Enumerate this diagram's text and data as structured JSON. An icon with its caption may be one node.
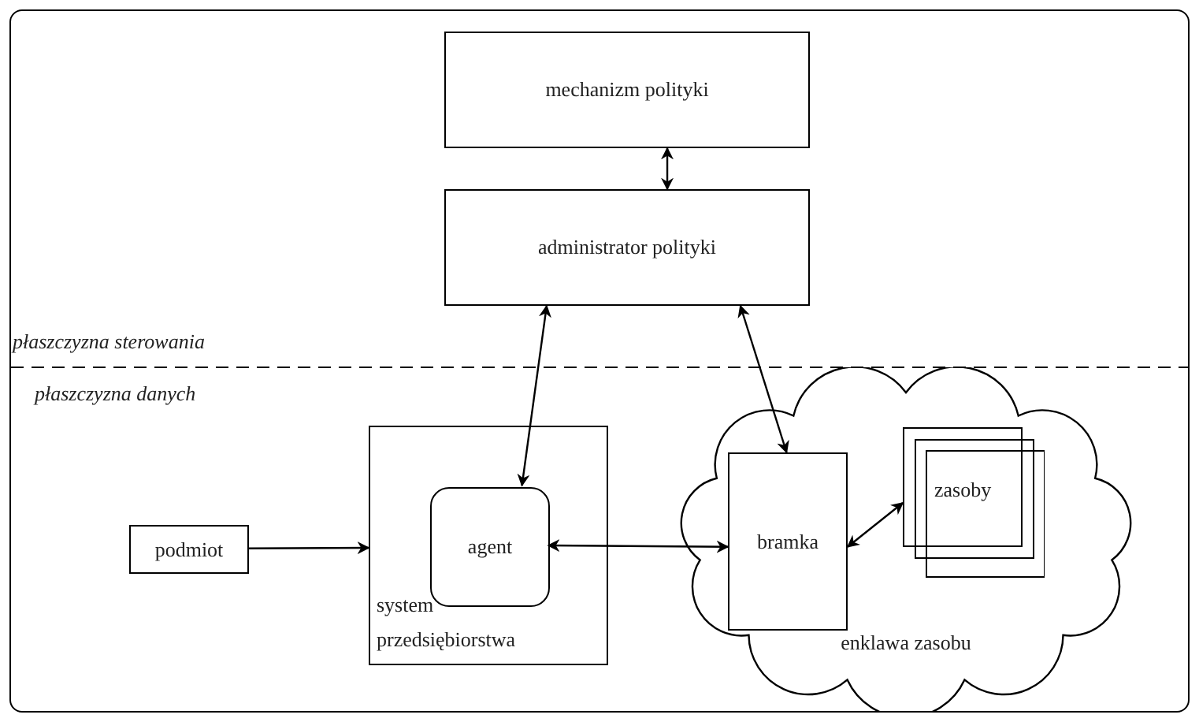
{
  "diagram": {
    "nodes": [
      {
        "text": [
          "mechanizm polityki"
        ]
      },
      {
        "text": [
          "administrator polityki"
        ]
      },
      {
        "text": [
          "podmiot"
        ]
      },
      {
        "text": [
          "system przedsiębiorstwa"
        ]
      },
      {
        "text": [
          "agent"
        ],
        "in": 3
      },
      {
        "text": [
          "enklawa zasobu"
        ]
      },
      {
        "text": [
          "bramka"
        ],
        "in": 5
      },
      {
        "text": [
          "zasoby"
        ],
        "in": 5
      }
    ],
    "edges": [
      {
        "from": 0,
        "to": 1,
        "arrow": "both"
      },
      {
        "from": 1,
        "to": 4,
        "arrow": "both"
      },
      {
        "from": 1,
        "to": 6,
        "arrow": "both"
      },
      {
        "from": 2,
        "to": 3,
        "arrow": "to"
      },
      {
        "from": 6,
        "to": 4,
        "arrow": "both"
      },
      {
        "from": 6,
        "to": 7,
        "arrow": "both"
      }
    ],
    "labels": [
      "płaszczyzna sterowania",
      "płaszczyzna danych"
    ]
  }
}
